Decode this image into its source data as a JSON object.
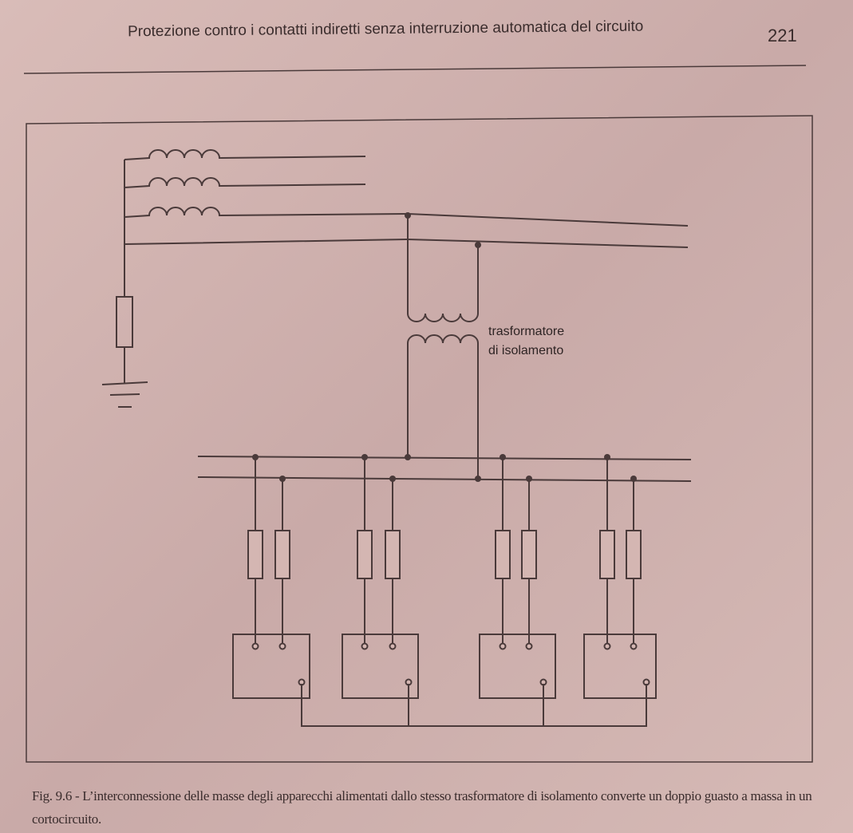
{
  "header": {
    "title": "Protezione contro i contatti indiretti senza interruzione automatica del circuito",
    "page_number": "221"
  },
  "diagram": {
    "transformer_label_line1": "trasformatore",
    "transformer_label_line2": "di isolamento"
  },
  "caption": {
    "text": "Fig. 9.6 - L’interconnessione delle masse degli apparecchi alimentati dallo stesso trasformatore di isolamento converte un doppio guasto a massa in un cortocircuito."
  }
}
